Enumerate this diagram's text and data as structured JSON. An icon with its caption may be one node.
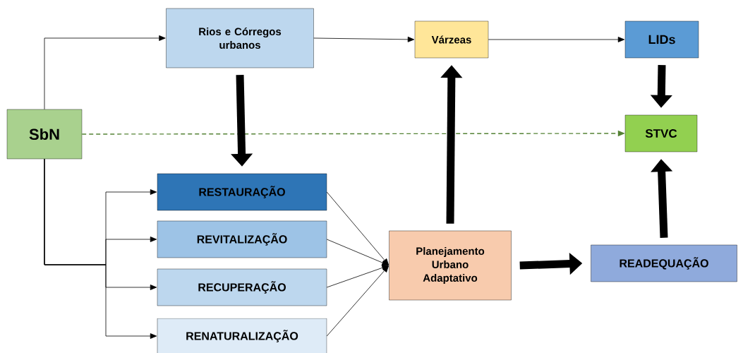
{
  "diagram": {
    "nodes": [
      {
        "text": [
          "SbN"
        ]
      },
      {
        "text": [
          "Rios e Córregos urbanos"
        ]
      },
      {
        "text": [
          "Várzeas"
        ]
      },
      {
        "text": [
          "LIDs"
        ]
      },
      {
        "text": [
          "STVC"
        ]
      },
      {
        "text": [
          "RESTAURAÇÃO"
        ]
      },
      {
        "text": [
          "REVITALIZAÇÃO"
        ]
      },
      {
        "text": [
          "RECUPERAÇÃO"
        ]
      },
      {
        "text": [
          "RENATURALIZAÇÃO"
        ]
      },
      {
        "text": [
          "Planejamento Urbano Adaptativo"
        ]
      },
      {
        "text": [
          "READEQUAÇÃO"
        ]
      }
    ],
    "edges": [
      {
        "from": 0,
        "to": 1,
        "arrow": "to"
      },
      {
        "from": 1,
        "to": 2,
        "arrow": "to"
      },
      {
        "from": 2,
        "to": 3,
        "arrow": "to"
      },
      {
        "from": 0,
        "to": 4,
        "arrow": "to",
        "style": "dashed",
        "color": "#548235"
      },
      {
        "from": 1,
        "to": 5,
        "arrow": "to",
        "style": "thick"
      },
      {
        "from": 0,
        "to": 5,
        "arrow": "to"
      },
      {
        "from": 0,
        "to": 6,
        "arrow": "to"
      },
      {
        "from": 0,
        "to": 7,
        "arrow": "to"
      },
      {
        "from": 0,
        "to": 8,
        "arrow": "to"
      },
      {
        "from": 5,
        "to": 9,
        "arrow": "to"
      },
      {
        "from": 6,
        "to": 9,
        "arrow": "to"
      },
      {
        "from": 7,
        "to": 9,
        "arrow": "to"
      },
      {
        "from": 8,
        "to": 9,
        "arrow": "to"
      },
      {
        "from": 9,
        "to": 2,
        "arrow": "to",
        "style": "thick"
      },
      {
        "from": 3,
        "to": 4,
        "arrow": "to",
        "style": "thick"
      },
      {
        "from": 9,
        "to": 10,
        "arrow": "to",
        "style": "thick"
      },
      {
        "from": 10,
        "to": 4,
        "arrow": "to",
        "style": "thick"
      }
    ]
  }
}
